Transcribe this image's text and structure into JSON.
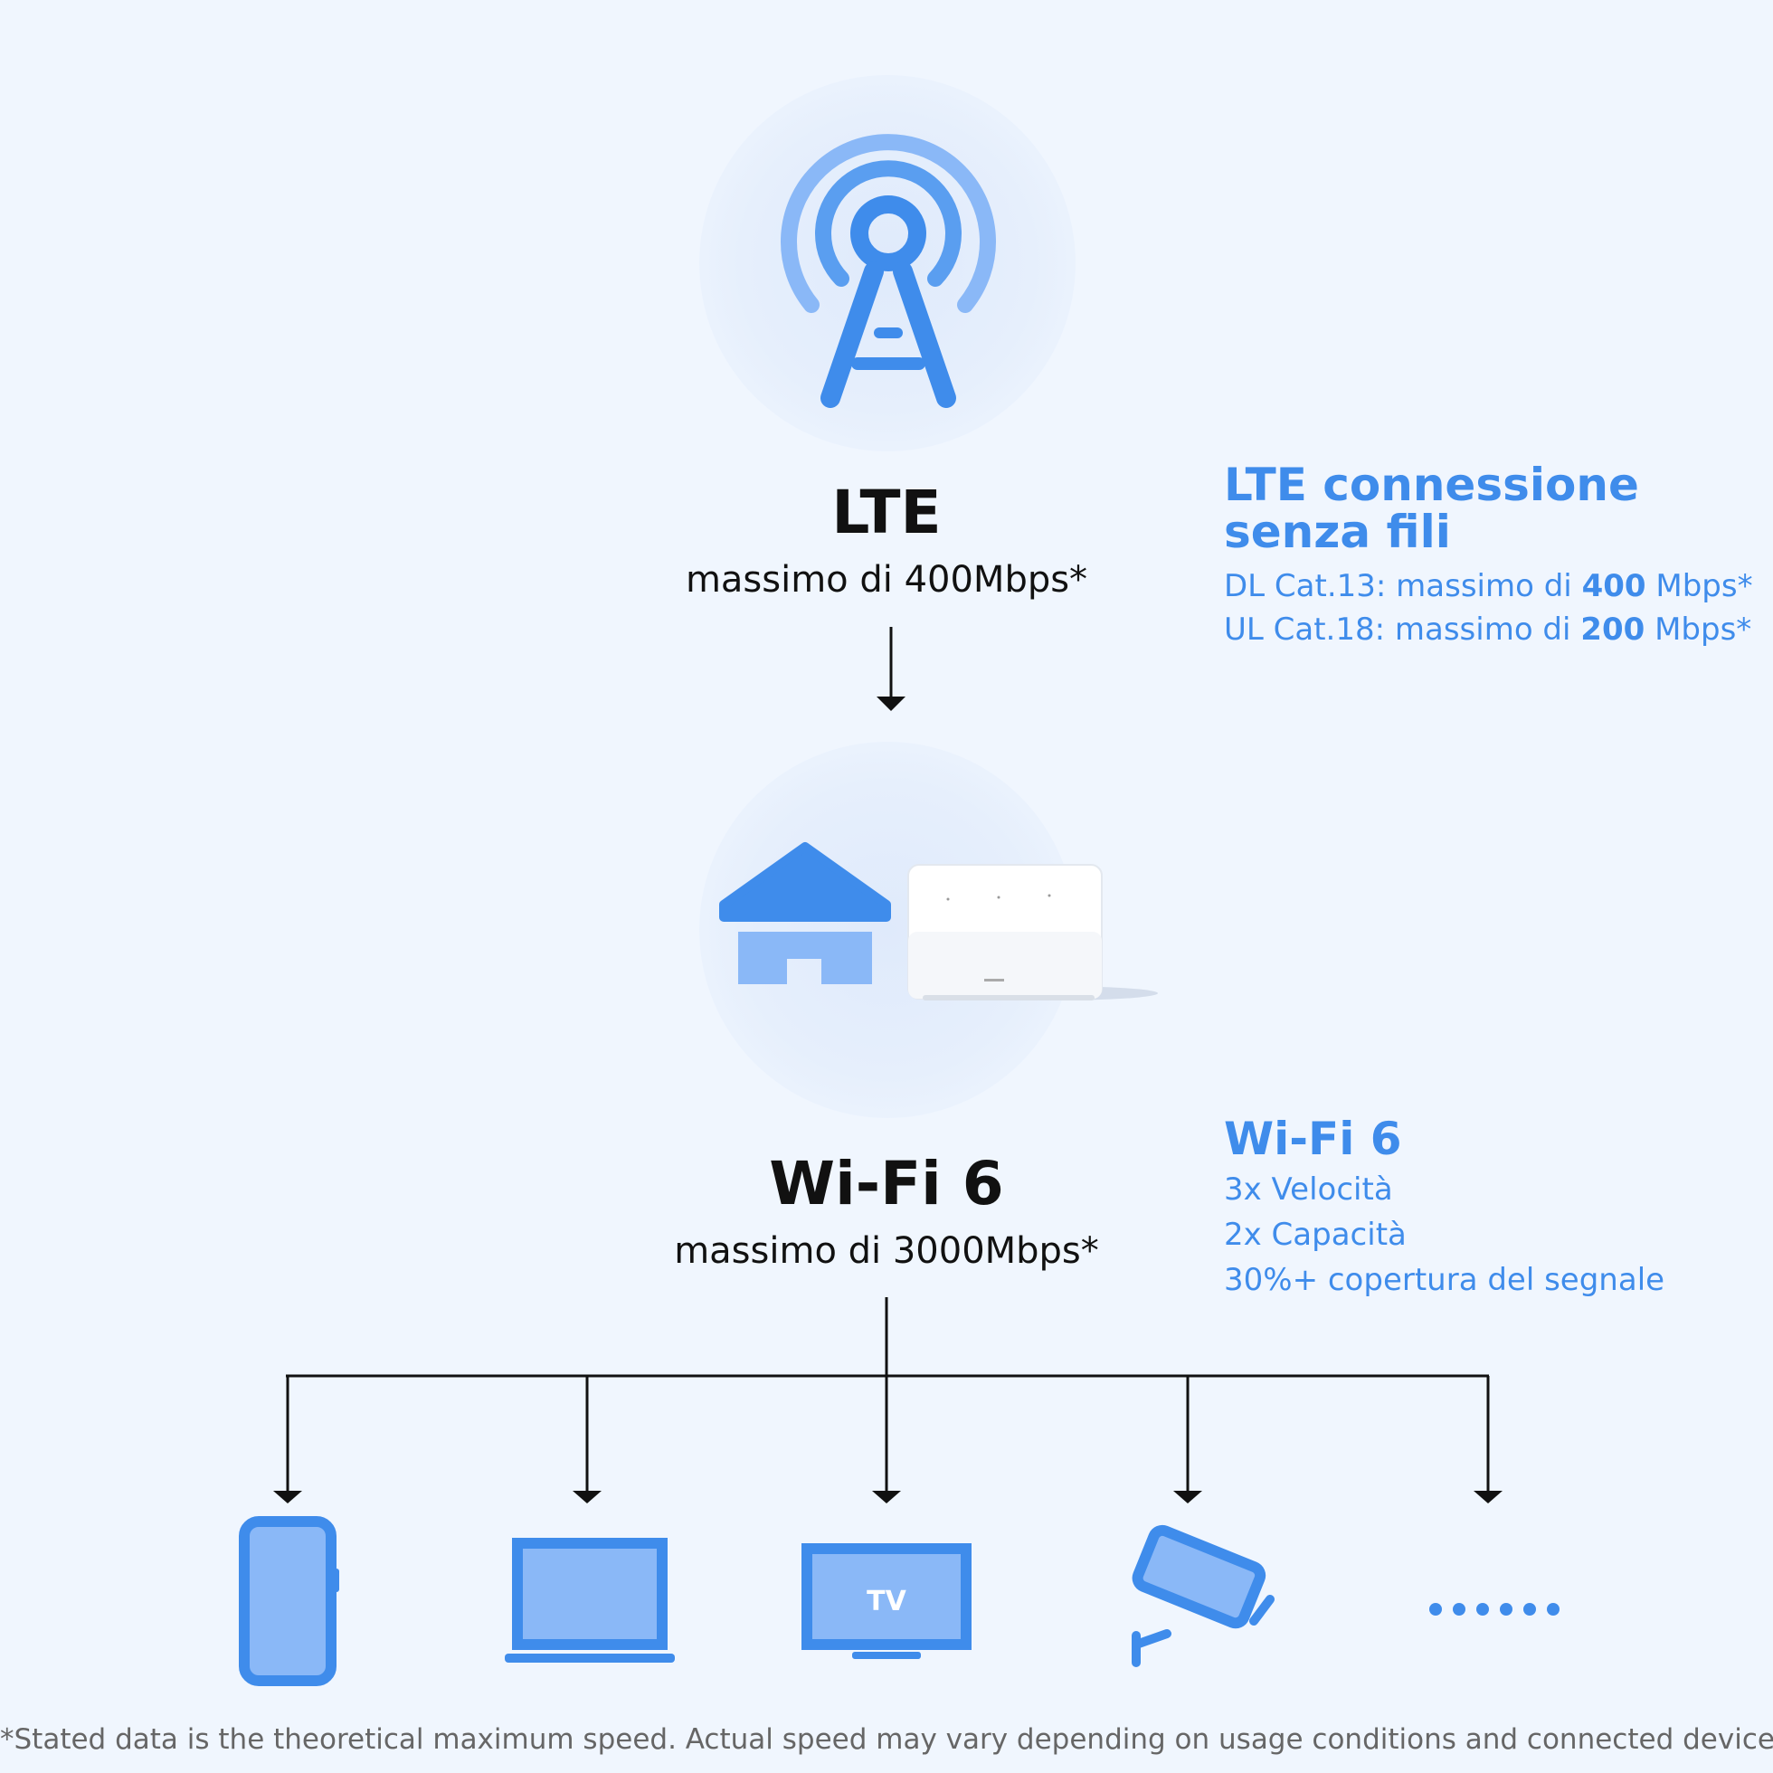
{
  "lte": {
    "title": "LTE",
    "subtitle": "massimo di 400Mbps*"
  },
  "lte_info": {
    "title_line1": "LTE connessione",
    "title_line2": "senza fili",
    "dl_prefix": "DL Cat.13: massimo di ",
    "dl_value": "400",
    "dl_suffix": " Mbps*",
    "ul_prefix": "UL Cat.18: massimo di ",
    "ul_value": "200",
    "ul_suffix": " Mbps*"
  },
  "wifi": {
    "title": "Wi-Fi 6",
    "subtitle": "massimo di 3000Mbps*"
  },
  "wifi_info": {
    "title": "Wi-Fi 6",
    "lines": [
      "3x Velocità",
      "2x Capacità",
      "30%+ copertura del segnale"
    ]
  },
  "devices": {
    "tv_label": "TV",
    "icons": [
      "phone-icon",
      "laptop-icon",
      "tv-icon",
      "camera-icon",
      "more-dots-icon"
    ]
  },
  "footer": "*Stated data is the theoretical maximum speed. Actual speed may vary depending on usage conditions and connected devices",
  "colors": {
    "accent": "#3f8ceb",
    "icon_fill": "#8ab8f7",
    "icon_light": "#9cc4f7",
    "background": "#f0f6fe"
  }
}
